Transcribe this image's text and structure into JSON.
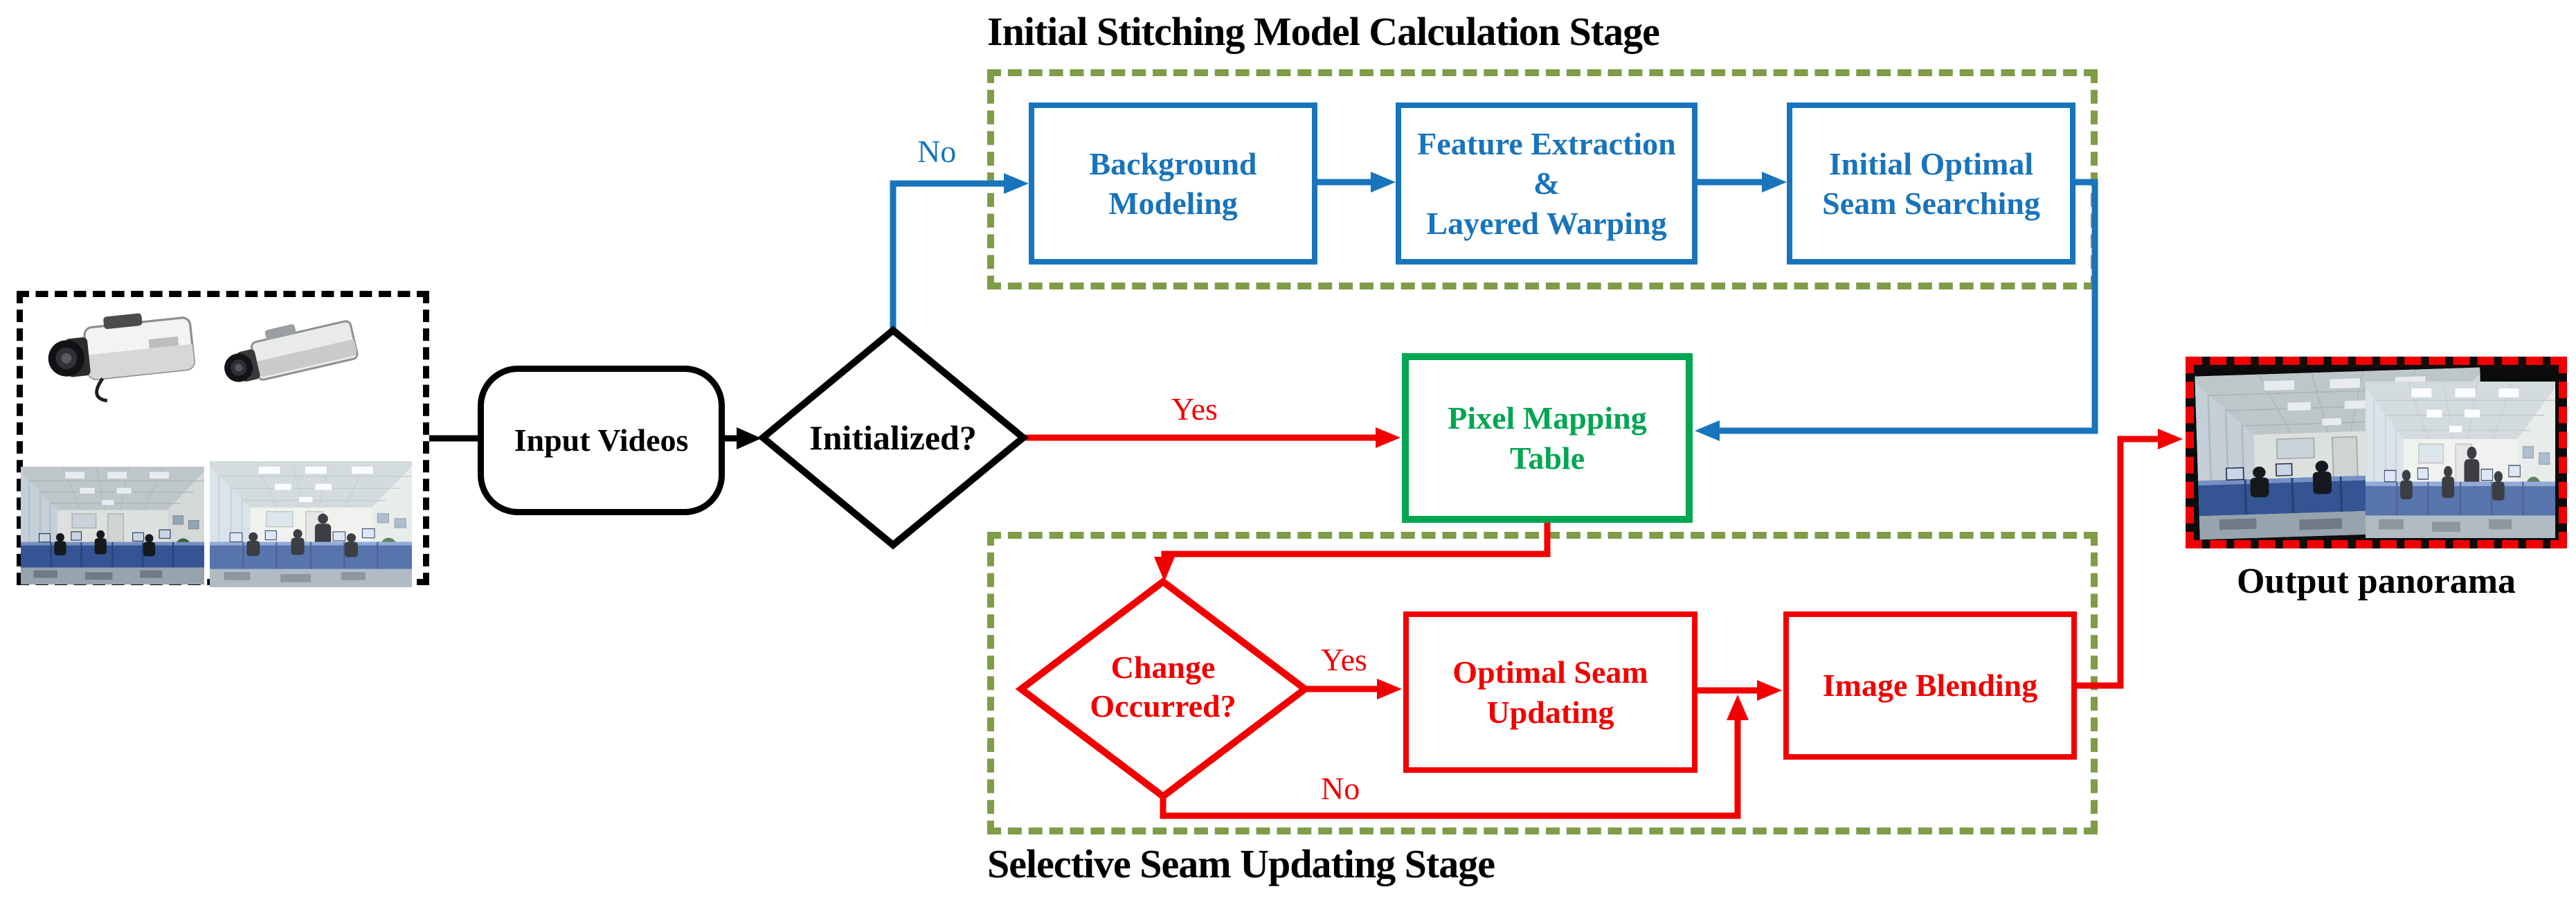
{
  "colors": {
    "blue": "#1874BC",
    "red": "#F20000",
    "green": "#00A651",
    "olive": "#7F9C49",
    "black": "#000000"
  },
  "stage1": {
    "title": "Initial Stitching Model Calculation Stage"
  },
  "stage2": {
    "title": "Selective Seam Updating Stage"
  },
  "nodes": {
    "input_videos": {
      "label": "Input Videos"
    },
    "initialized": {
      "label": "Initialized?"
    },
    "background_modeling": {
      "label": "Background Modeling"
    },
    "feature_extraction": {
      "lines": [
        "Feature Extraction",
        "&",
        "Layered Warping"
      ]
    },
    "seam_searching": {
      "label": "Initial Optimal Seam Searching"
    },
    "pixel_mapping": {
      "label": "Pixel Mapping Table"
    },
    "change_occurred": {
      "label": "Change Occurred?"
    },
    "seam_updating": {
      "label": "Optimal Seam Updating"
    },
    "image_blending": {
      "label": "Image Blending"
    },
    "output_panorama": {
      "label": "Output panorama"
    }
  },
  "edge_labels": {
    "no_init": "No",
    "yes_init": "Yes",
    "yes_change": "Yes",
    "no_change": "No"
  }
}
